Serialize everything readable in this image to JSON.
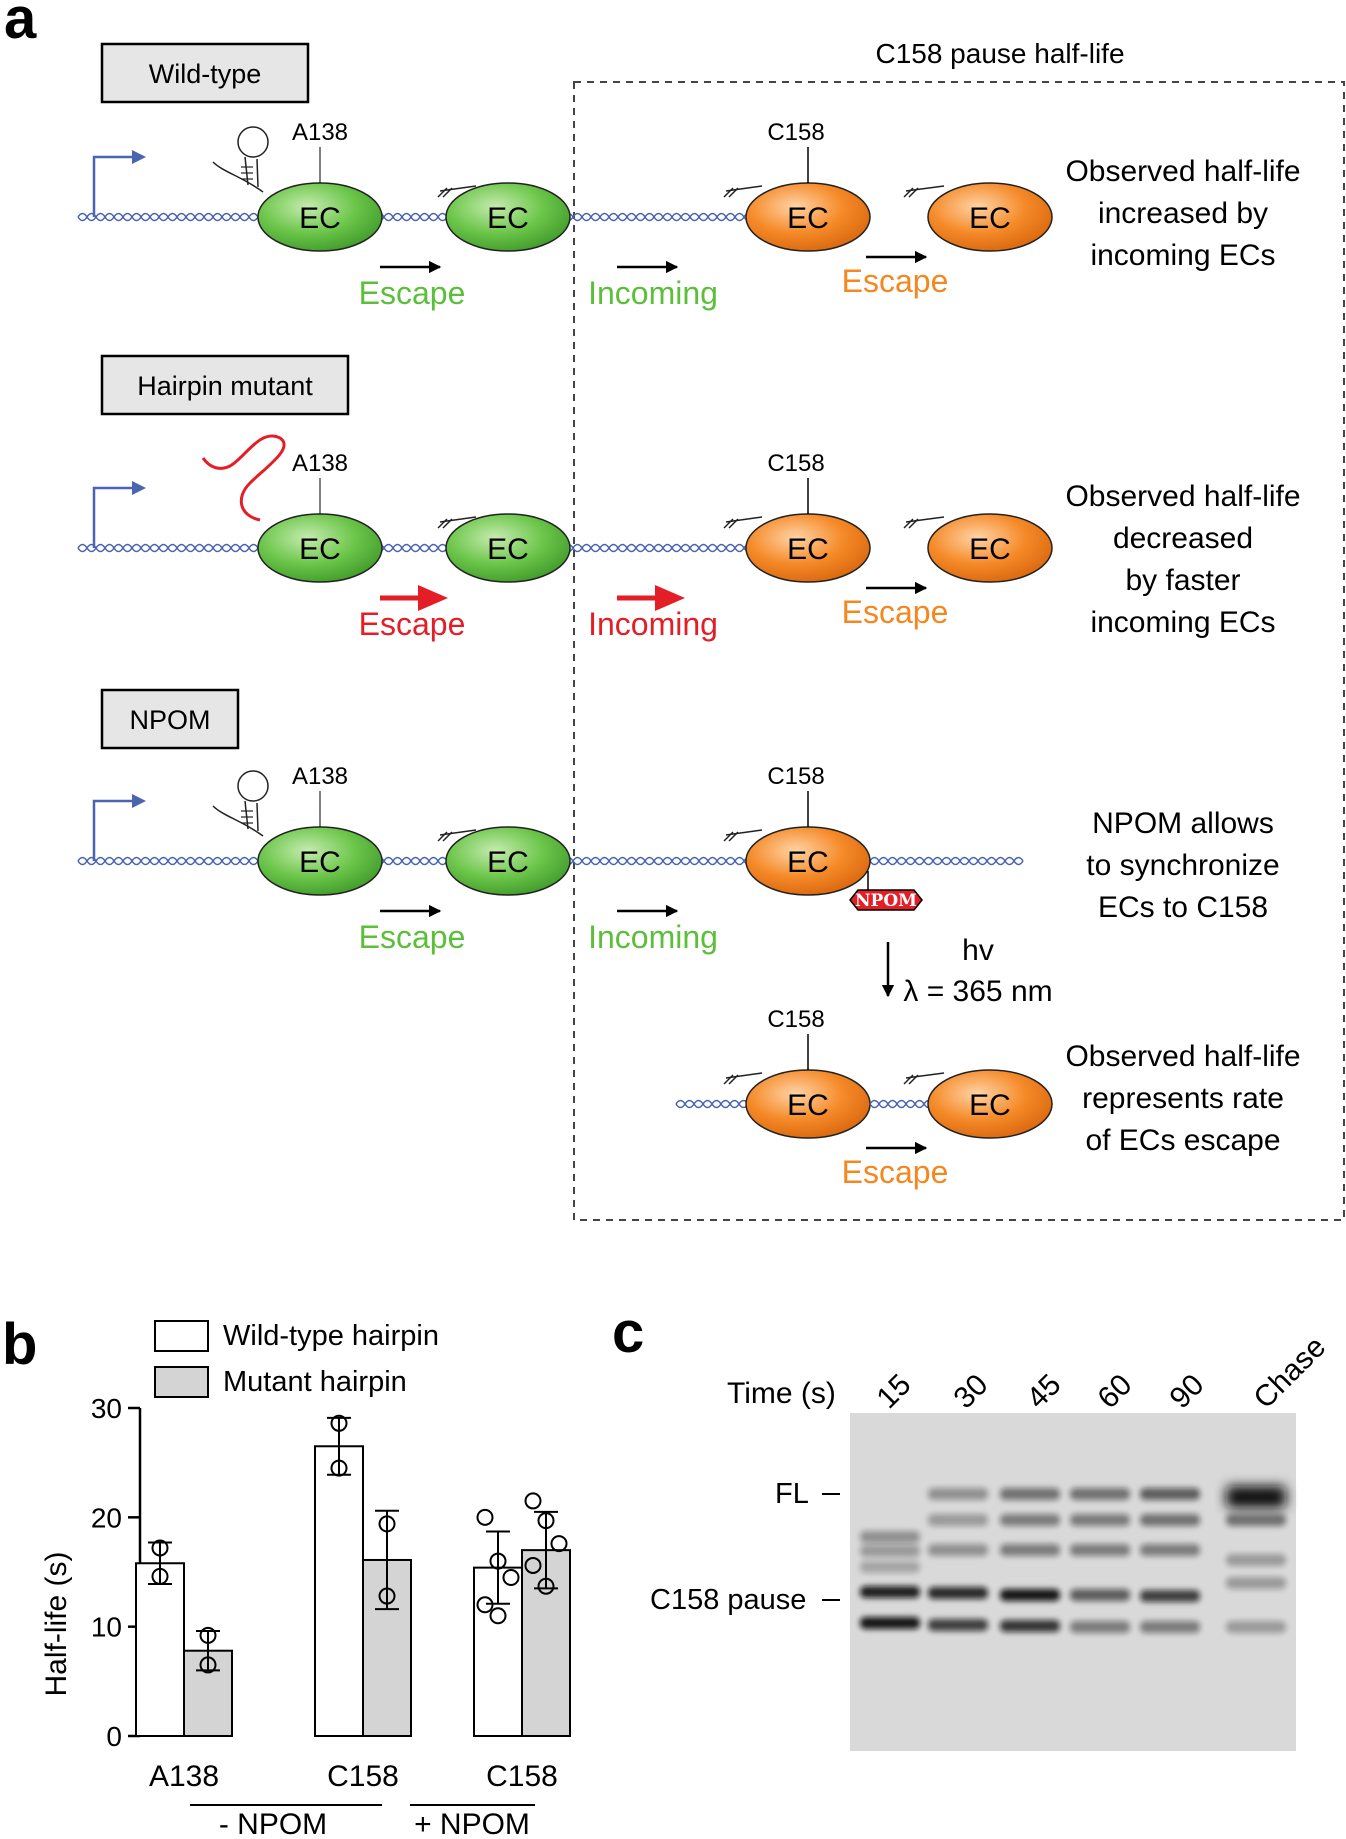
{
  "panel_a": {
    "letter": "a",
    "dashed_box_title": "C158 pause half-life",
    "rows": [
      {
        "condition": "Wild-type",
        "site_left": "A138",
        "site_right": "C158",
        "ec": "EC",
        "escape_left": "Escape",
        "incoming": "Incoming",
        "escape_right": "Escape",
        "note": [
          "Observed half-life",
          "increased by",
          "incoming ECs"
        ]
      },
      {
        "condition": "Hairpin mutant",
        "site_left": "A138",
        "site_right": "C158",
        "ec": "EC",
        "escape_left": "Escape",
        "incoming": "Incoming",
        "escape_right": "Escape",
        "note": [
          "Observed half-life",
          "decreased",
          "by faster",
          "incoming ECs"
        ]
      },
      {
        "condition": "NPOM",
        "site_left": "A138",
        "site_right": "C158",
        "ec": "EC",
        "escape_left": "Escape",
        "incoming": "Incoming",
        "npom_tag": "NPOM",
        "note": [
          "NPOM allows",
          "to synchronize",
          "ECs to C158"
        ]
      }
    ],
    "light": {
      "line1": "hv",
      "line2": "λ = 365 nm"
    },
    "after": {
      "site": "C158",
      "ec": "EC",
      "escape": "Escape",
      "note": [
        "Observed half-life",
        "represents rate",
        "of ECs escape"
      ]
    },
    "colors": {
      "green": "#5cbf3a",
      "orange": "#f5871f",
      "red": "#e41e26",
      "dna": "#4a64b0"
    }
  },
  "panel_b": {
    "letter": "b",
    "chart_data": {
      "type": "bar",
      "ylabel": "Half-life (s)",
      "ylim": [
        0,
        30
      ],
      "yticks": [
        "0",
        "10",
        "20",
        "30"
      ],
      "categories": [
        "A138",
        "C158",
        "C158"
      ],
      "group_labels": [
        "- NPOM",
        "+ NPOM"
      ],
      "series": [
        {
          "name": "Wild-type hairpin",
          "color": "#ffffff",
          "values": [
            15.8,
            26.5,
            15.4
          ],
          "errors": [
            1.9,
            2.6,
            3.3
          ],
          "points": [
            [
              17.2,
              14.6
            ],
            [
              28.6,
              24.5
            ],
            [
              20.0,
              16.0,
              14.5,
              12.0,
              11.0
            ]
          ]
        },
        {
          "name": "Mutant hairpin",
          "color": "#d4d4d4",
          "values": [
            7.8,
            16.1,
            17.0
          ],
          "errors": [
            1.8,
            4.5,
            3.5
          ],
          "points": [
            [
              9.2,
              6.5
            ],
            [
              19.4,
              12.8
            ],
            [
              21.5,
              19.7,
              17.6,
              15.6,
              13.7
            ]
          ]
        }
      ]
    }
  },
  "panel_c": {
    "letter": "c",
    "time_label": "Time (s)",
    "lanes": [
      "15",
      "30",
      "45",
      "60",
      "90",
      "Chase"
    ],
    "band_fl": "FL",
    "band_pause": "C158 pause"
  }
}
